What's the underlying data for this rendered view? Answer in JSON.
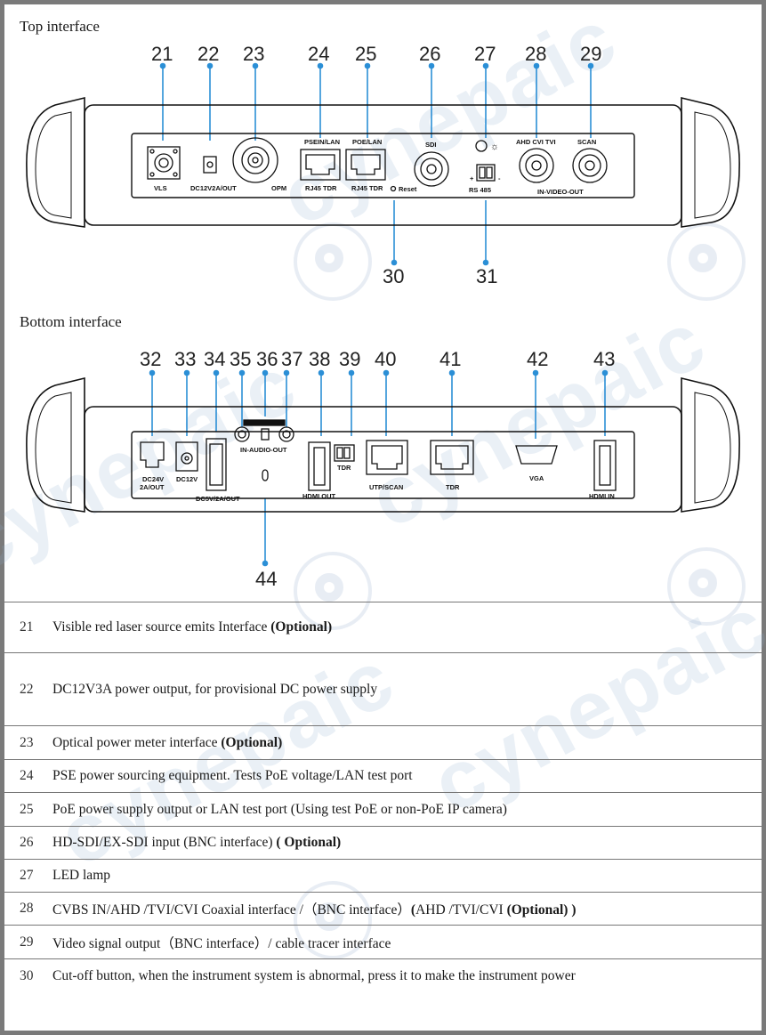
{
  "top": {
    "title": "Top interface",
    "callouts_above": [
      "21",
      "22",
      "23",
      "24",
      "25",
      "26",
      "27",
      "28",
      "29"
    ],
    "callouts_below": [
      "30",
      "31"
    ],
    "port_labels": {
      "vls": "VLS",
      "dc_out": "DC12V2A/OUT",
      "opm": "OPM",
      "psein": "PSEIN/LAN",
      "poe": "POE/LAN",
      "rj45_1": "RJ45 TDR",
      "rj45_2": "RJ45 TDR",
      "reset": "Reset",
      "sdi": "SDI",
      "rs485": "RS 485",
      "ahd": "AHD CVI TVI",
      "scan": "SCAN",
      "video": "IN-VIDEO-OUT"
    }
  },
  "bottom": {
    "title": "Bottom interface",
    "callouts_above": [
      "32",
      "33",
      "34",
      "35",
      "36",
      "37",
      "38",
      "39",
      "40",
      "41",
      "42",
      "43"
    ],
    "callouts_below": [
      "44"
    ],
    "port_labels": {
      "dc24": "DC24V",
      "dc24b": "2A/OUT",
      "dc12": "DC12V",
      "dc5": "DC5V/2A/OUT",
      "audio": "IN-AUDIO-OUT",
      "hdmi_out": "HDMI OUT",
      "tdr_small": "TDR",
      "utp": "UTP/SCAN",
      "tdr": "TDR",
      "vga": "VGA",
      "hdmi_in": "HDMI IN"
    }
  },
  "table": [
    {
      "num": "21",
      "text": "Visible red laser source emits Interface ",
      "bold": "(Optional)"
    },
    {
      "num": "22",
      "text": "DC12V3A power output, for provisional DC power supply",
      "bold": ""
    },
    {
      "num": "23",
      "text": "Optical power meter interface ",
      "bold": "(Optional)"
    },
    {
      "num": "24",
      "text": "PSE power sourcing equipment. Tests PoE voltage/LAN test port",
      "bold": ""
    },
    {
      "num": "25",
      "text": "PoE power supply output or LAN test port (Using test PoE or non-PoE IP camera)",
      "bold": ""
    },
    {
      "num": "26",
      "text": "HD-SDI/EX-SDI input (BNC interface) ",
      "bold": "( Optional)"
    },
    {
      "num": "27",
      "text": "LED lamp",
      "bold": ""
    },
    {
      "num": "28",
      "text": "CVBS IN/AHD /TVI/CVI Coaxial interface /（BNC interface）",
      "bold": "(",
      "text2": "AHD /TVI/CVI ",
      "bold2": "(Optional) )"
    },
    {
      "num": "29",
      "text": "Video signal output（BNC interface）/ cable tracer interface",
      "bold": ""
    },
    {
      "num": "30",
      "text": "Cut-off button, when the instrument system is abnormal, press it to make the instrument power",
      "bold": ""
    }
  ]
}
